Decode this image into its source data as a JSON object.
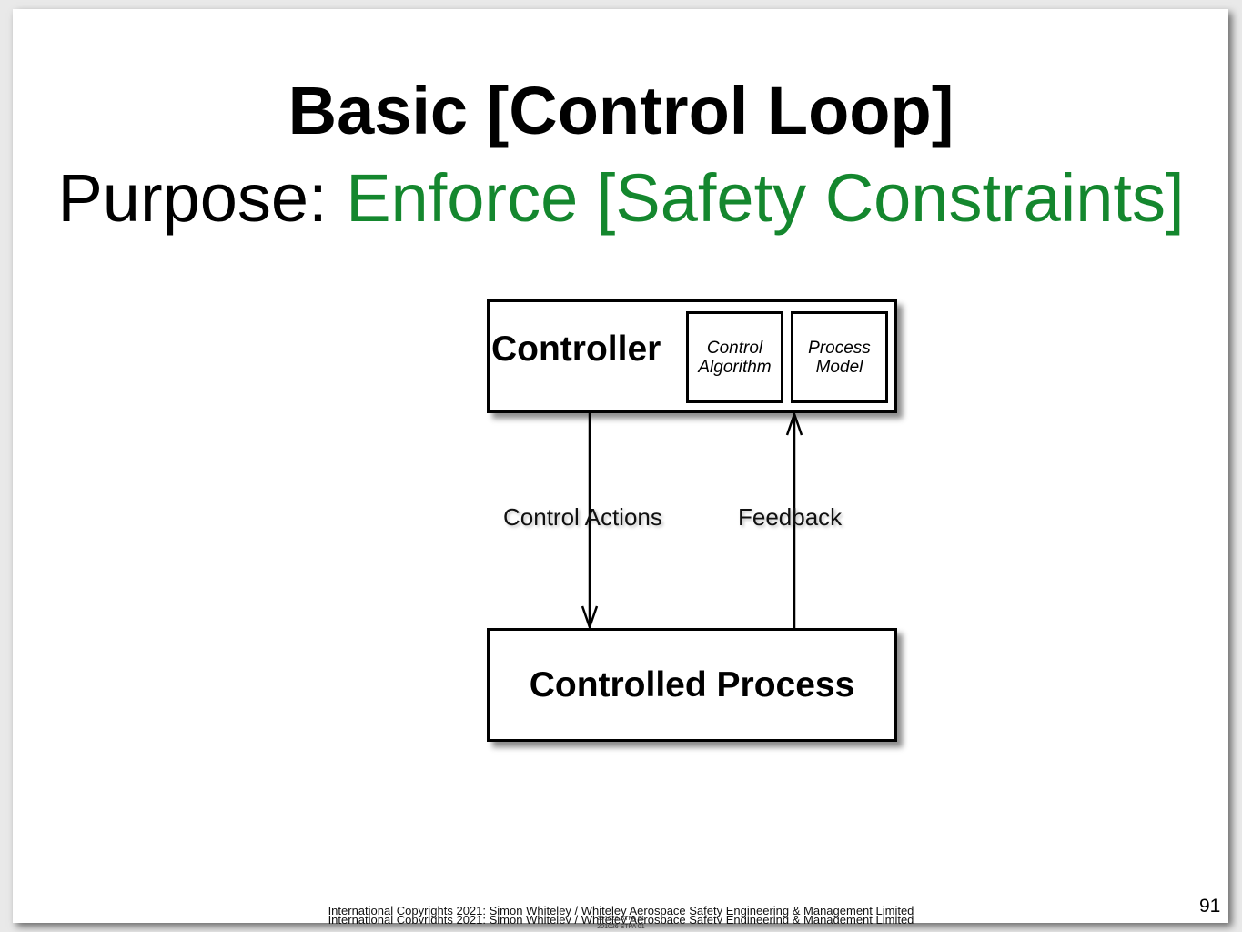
{
  "slide": {
    "title": "Basic [Control Loop]",
    "subtitle_prefix": "Purpose: ",
    "subtitle_accent": "Enforce [Safety Constraints]",
    "accent_color": "#14872e"
  },
  "diagram": {
    "controller_label": "Controller",
    "control_algorithm_line1": "Control",
    "control_algorithm_line2": "Algorithm",
    "process_model_line1": "Process",
    "process_model_line2": "Model",
    "controlled_process_label": "Controlled Process",
    "control_actions_label": "Control Actions",
    "feedback_label": "Feedback"
  },
  "footer": {
    "copyright": "International Copyrights 2021: Simon Whiteley / Whiteley Aerospace Safety Engineering & Management Limited",
    "doc_code": "201026 STPA 01",
    "page_number": "91"
  }
}
